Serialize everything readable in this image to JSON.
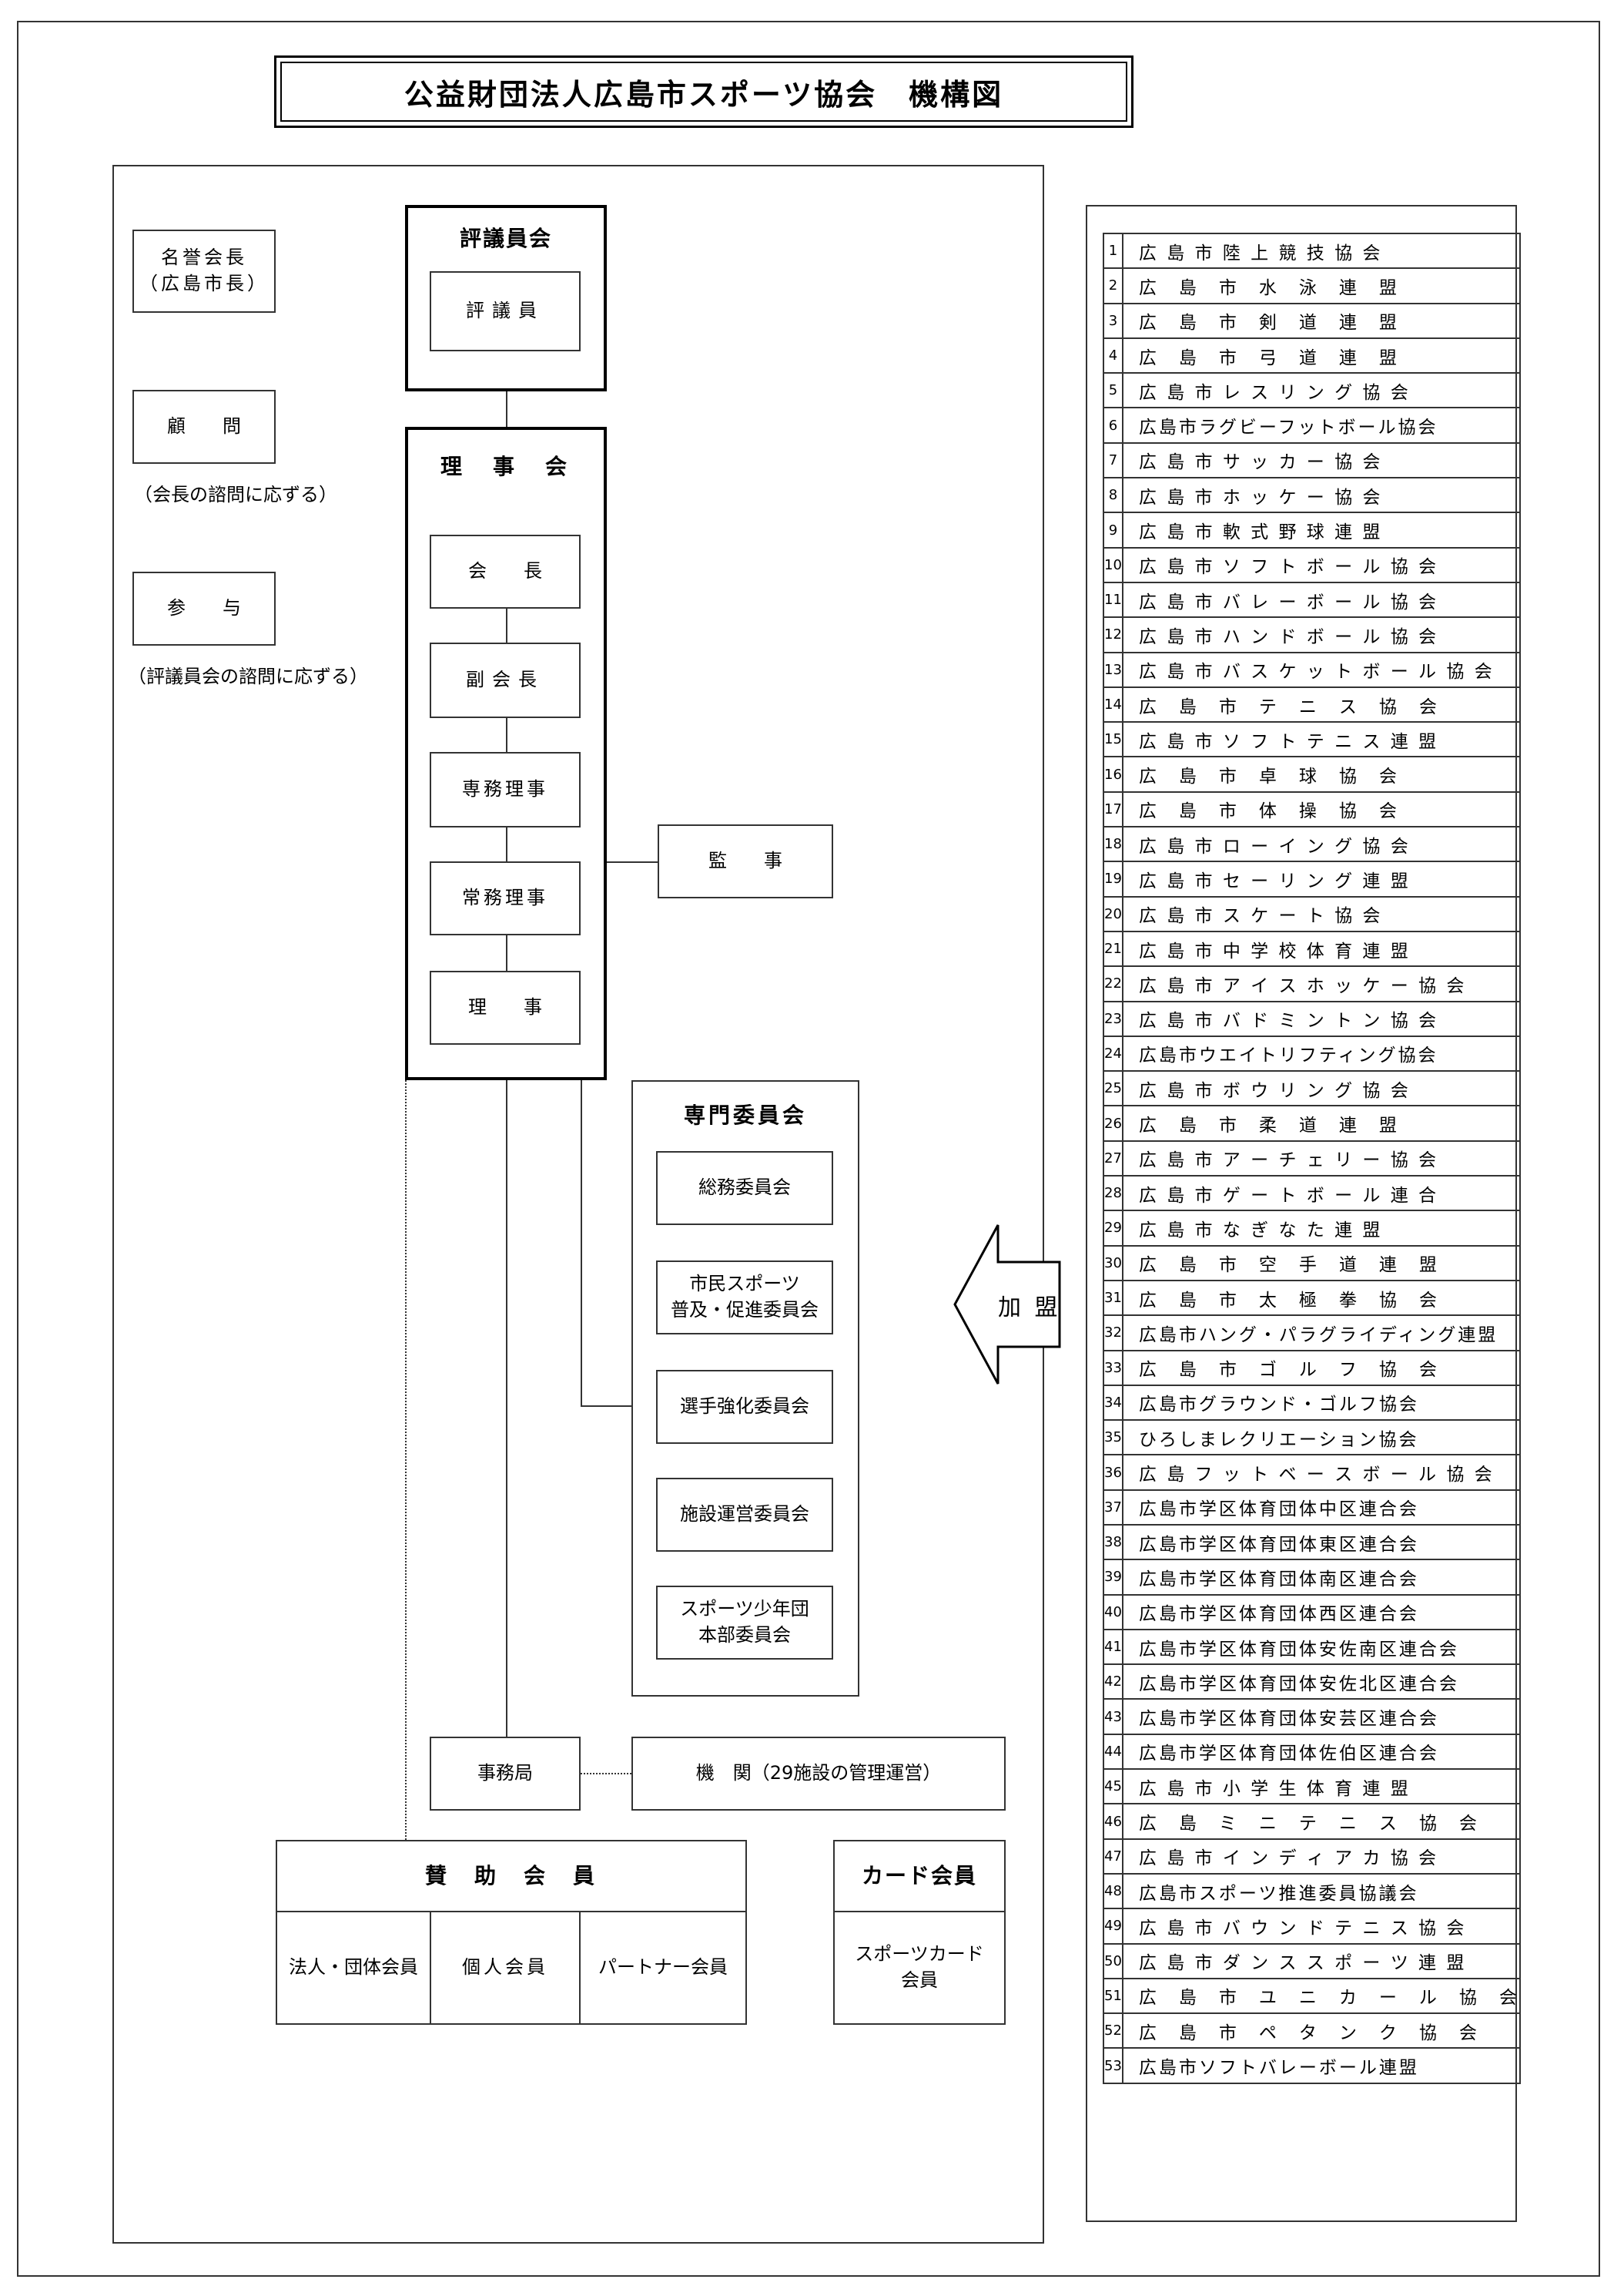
{
  "title": "公益財団法人広島市スポーツ協会　機構図",
  "left_notes": {
    "honorary": "名誉会長\n（広島市長）",
    "advisor": "顧　　問",
    "advisor_note": "（会長の諮問に応ずる）",
    "councilor_adv": "参　　与",
    "councilor_adv_note": "（評議員会の諮問に応ずる）"
  },
  "council": {
    "header": "評議員会",
    "member": "評議員"
  },
  "board": {
    "header": "理　事　会",
    "roles": [
      "会　　長",
      "副会長",
      "専務理事",
      "常務理事",
      "理　　事"
    ]
  },
  "auditor": "監　　事",
  "committees": {
    "header": "専門委員会",
    "items": [
      "総務委員会",
      "市民スポーツ\n普及・促進委員会",
      "選手強化委員会",
      "施設運営委員会",
      "スポーツ少年団\n本部委員会"
    ]
  },
  "secretariat": "事務局",
  "organ": "機　関（29施設の管理運営）",
  "supporting": {
    "header": "賛　助　会　員",
    "items": [
      "法人・団体会員",
      "個人会員",
      "パートナー会員"
    ]
  },
  "card": {
    "header": "カード会員",
    "item": "スポーツカード\n会員"
  },
  "affiliation": "加 盟",
  "federations": [
    {
      "no": "1",
      "name": "広 島 市 陸 上 競 技 協 会"
    },
    {
      "no": "2",
      "name": "広　島　市　水　泳　連　盟"
    },
    {
      "no": "3",
      "name": "広　島　市　剣　道　連　盟"
    },
    {
      "no": "4",
      "name": "広　島　市　弓　道　連　盟"
    },
    {
      "no": "5",
      "name": "広 島 市 レ ス リ ン グ 協 会"
    },
    {
      "no": "6",
      "name": "広島市ラグビーフットボール協会"
    },
    {
      "no": "7",
      "name": "広 島 市 サ ッ カ ー 協 会"
    },
    {
      "no": "8",
      "name": "広 島 市 ホ ッ ケ ー 協 会"
    },
    {
      "no": "9",
      "name": "広 島 市 軟 式 野 球 連 盟"
    },
    {
      "no": "10",
      "name": "広 島 市 ソ フ ト ボ ー ル 協 会"
    },
    {
      "no": "11",
      "name": "広 島 市 バ レ ー ボ ー ル 協 会"
    },
    {
      "no": "12",
      "name": "広 島 市 ハ ン ド ボ ー ル 協 会"
    },
    {
      "no": "13",
      "name": "広 島 市 バ ス ケ ッ ト ボ ー ル 協 会"
    },
    {
      "no": "14",
      "name": "広　島　市　テ　ニ　ス　協　会"
    },
    {
      "no": "15",
      "name": "広 島 市 ソ フ ト テ ニ ス 連 盟"
    },
    {
      "no": "16",
      "name": "広　島　市　卓　球　協　会"
    },
    {
      "no": "17",
      "name": "広　島　市　体　操　協　会"
    },
    {
      "no": "18",
      "name": "広 島 市 ロ ー イ ン グ 協 会"
    },
    {
      "no": "19",
      "name": "広 島 市 セ ー リ ン グ 連 盟"
    },
    {
      "no": "20",
      "name": "広 島 市 ス ケ ー ト 協 会"
    },
    {
      "no": "21",
      "name": "広 島 市 中 学 校 体 育 連 盟"
    },
    {
      "no": "22",
      "name": "広 島 市 ア イ ス ホ ッ ケ ー 協 会"
    },
    {
      "no": "23",
      "name": "広 島 市 バ ド ミ ン ト ン 協 会"
    },
    {
      "no": "24",
      "name": "広島市ウエイトリフティング協会"
    },
    {
      "no": "25",
      "name": "広 島 市 ボ ウ リ ン グ 協 会"
    },
    {
      "no": "26",
      "name": "広　島　市　柔　道　連　盟"
    },
    {
      "no": "27",
      "name": "広 島 市 ア ー チ ェ リ ー 協 会"
    },
    {
      "no": "28",
      "name": "広 島 市 ゲ ー ト ボ ー ル 連 合"
    },
    {
      "no": "29",
      "name": "広 島 市 な ぎ な た 連 盟"
    },
    {
      "no": "30",
      "name": "広　島　市　空　手　道　連　盟"
    },
    {
      "no": "31",
      "name": "広　島　市　太　極　拳　協　会"
    },
    {
      "no": "32",
      "name": "広島市ハング・パラグライディング連盟"
    },
    {
      "no": "33",
      "name": "広　島　市　ゴ　ル　フ　協　会"
    },
    {
      "no": "34",
      "name": "広島市グラウンド・ゴルフ協会"
    },
    {
      "no": "35",
      "name": "ひろしまレクリエーション協会"
    },
    {
      "no": "36",
      "name": "広 島 フ ッ ト ベ ー ス ボ ー ル 協 会"
    },
    {
      "no": "37",
      "name": "広島市学区体育団体中区連合会"
    },
    {
      "no": "38",
      "name": "広島市学区体育団体東区連合会"
    },
    {
      "no": "39",
      "name": "広島市学区体育団体南区連合会"
    },
    {
      "no": "40",
      "name": "広島市学区体育団体西区連合会"
    },
    {
      "no": "41",
      "name": "広島市学区体育団体安佐南区連合会"
    },
    {
      "no": "42",
      "name": "広島市学区体育団体安佐北区連合会"
    },
    {
      "no": "43",
      "name": "広島市学区体育団体安芸区連合会"
    },
    {
      "no": "44",
      "name": "広島市学区体育団体佐伯区連合会"
    },
    {
      "no": "45",
      "name": "広 島 市 小 学 生 体 育 連 盟"
    },
    {
      "no": "46",
      "name": "広　島　ミ　ニ　テ　ニ　ス　協　会"
    },
    {
      "no": "47",
      "name": "広 島 市 イ ン デ ィ ア カ 協 会"
    },
    {
      "no": "48",
      "name": "広島市スポーツ推進委員協議会"
    },
    {
      "no": "49",
      "name": "広 島 市 バ ウ ン ド テ ニ ス 協 会"
    },
    {
      "no": "50",
      "name": "広 島 市 ダ ン ス ス ポ ー ツ 連 盟"
    },
    {
      "no": "51",
      "name": "広　島　市　ユ　ニ　カ　ー　ル　協　会"
    },
    {
      "no": "52",
      "name": "広　島　市　ペ　タ　ン　ク　協　会"
    },
    {
      "no": "53",
      "name": "広島市ソフトバレーボール連盟"
    }
  ]
}
